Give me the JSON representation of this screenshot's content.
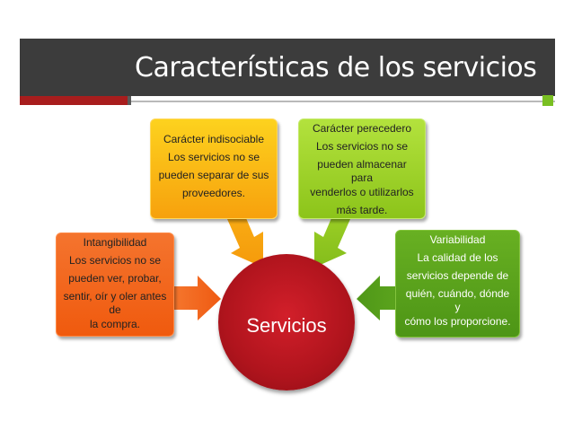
{
  "slide": {
    "title": "Características de los servicios"
  },
  "center": {
    "label": "Servicios"
  },
  "boxes": {
    "intangibilidad": {
      "lines": [
        "Intangibilidad",
        "Los servicios no se",
        "pueden ver, probar,",
        "sentir, oír y oler antes",
        "de",
        "la compra."
      ]
    },
    "indisociable": {
      "lines": [
        "Carácter indisociable",
        "Los servicios no se",
        "pueden separar de sus",
        "proveedores."
      ]
    },
    "perecedero": {
      "lines": [
        "Carácter perecedero",
        "Los servicios no se",
        "pueden almacenar",
        "para",
        "venderlos o utilizarlos",
        "más tarde."
      ]
    },
    "variabilidad": {
      "lines": [
        "Variabilidad",
        "La calidad de los",
        "servicios depende de",
        "quién, cuándo, dónde",
        "y",
        "cómo los proporcione."
      ]
    }
  },
  "colors": {
    "title_bar": "#3c3c3c",
    "accent_red": "#a81d1d",
    "accent_green": "#79bf22",
    "orange": "#f05a0e",
    "yellow": "#f7a10d",
    "light_green": "#8cc41a",
    "green": "#4d9516",
    "center_red": "#b0141d"
  }
}
